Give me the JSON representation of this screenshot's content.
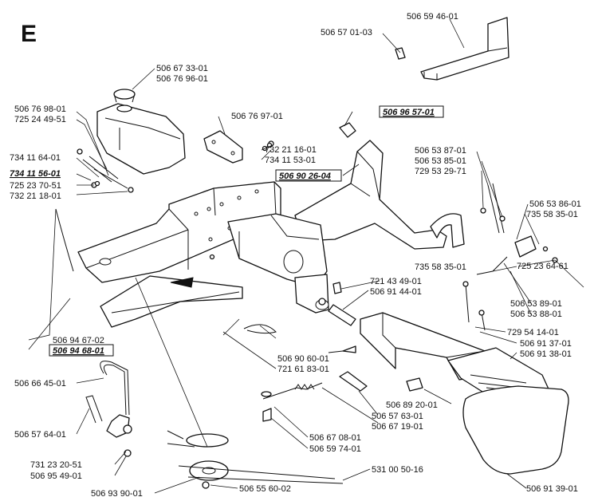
{
  "section_letter": "E",
  "colors": {
    "ink": "#111111",
    "paper": "#ffffff"
  },
  "labels": [
    "506 59 46-01",
    "506 57 01-03",
    "506 67 33-01",
    "506 76 96-01",
    "506 76 98-01",
    "725 24 49-51",
    "506 76 97-01",
    "506 96 57-01",
    "732 21 16-01",
    "734 11 53-01",
    "734 11 64-01",
    "734 11 56-01",
    "725 23 70-51",
    "732 21 18-01",
    "506 90 26-04",
    "506 53 87-01",
    "506 53 85-01",
    "729 53 29-71",
    "506 53 86-01",
    "735 58 35-01",
    "735 58 35-01",
    "725 23 64-61",
    "721 43 49-01",
    "506 91 44-01",
    "506 53 89-01",
    "506 53 88-01",
    "729 54 14-01",
    "506 91 37-01",
    "506 91 38-01",
    "506 94 67-02",
    "506 94 68-01",
    "506 90 60-01",
    "721 61 83-01",
    "506 66 45-01",
    "506 89 20-01",
    "506 57 63-01",
    "506 67 19-01",
    "506 57 64-01",
    "506 67 08-01",
    "506 59 74-01",
    "731 23 20-51",
    "506 95 49-01",
    "531 00 50-16",
    "506 93 90-01",
    "506 55 60-02",
    "506 91 39-01"
  ]
}
